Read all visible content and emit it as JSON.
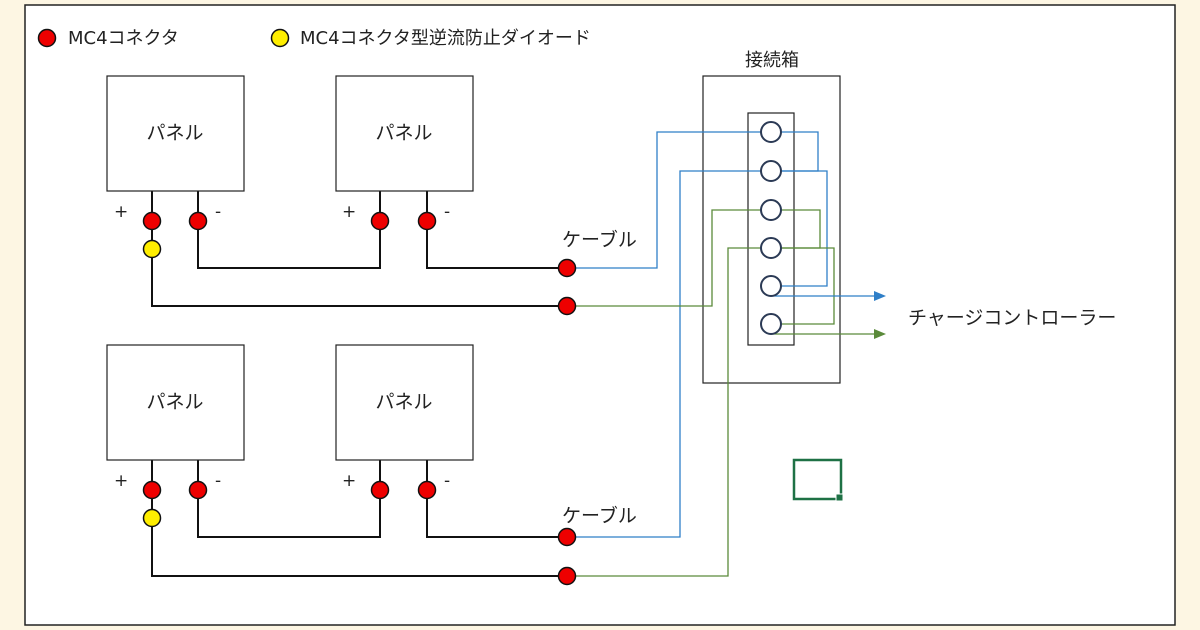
{
  "legend": {
    "red_label": "MC4コネクタ",
    "yellow_label": "MC4コネクタ型逆流防止ダイオード"
  },
  "panels": [
    {
      "label": "パネル"
    },
    {
      "label": "パネル"
    },
    {
      "label": "パネル"
    },
    {
      "label": "パネル"
    }
  ],
  "polarity": {
    "plus": "+",
    "minus": "-"
  },
  "cables": [
    {
      "label": "ケーブル"
    },
    {
      "label": "ケーブル"
    }
  ],
  "junction_box": {
    "label": "接続箱",
    "terminal_count": 6
  },
  "output": {
    "label": "チャージコントローラー"
  },
  "colors": {
    "connector_red": "#ee0000",
    "diode_yellow": "#ffee00",
    "wire_blue": "#2f7fc8",
    "wire_green": "#5a8a3a",
    "terminal_stroke": "#2b3a55",
    "selection_green": "#1e7145",
    "page_background": "#fdf6e3"
  }
}
